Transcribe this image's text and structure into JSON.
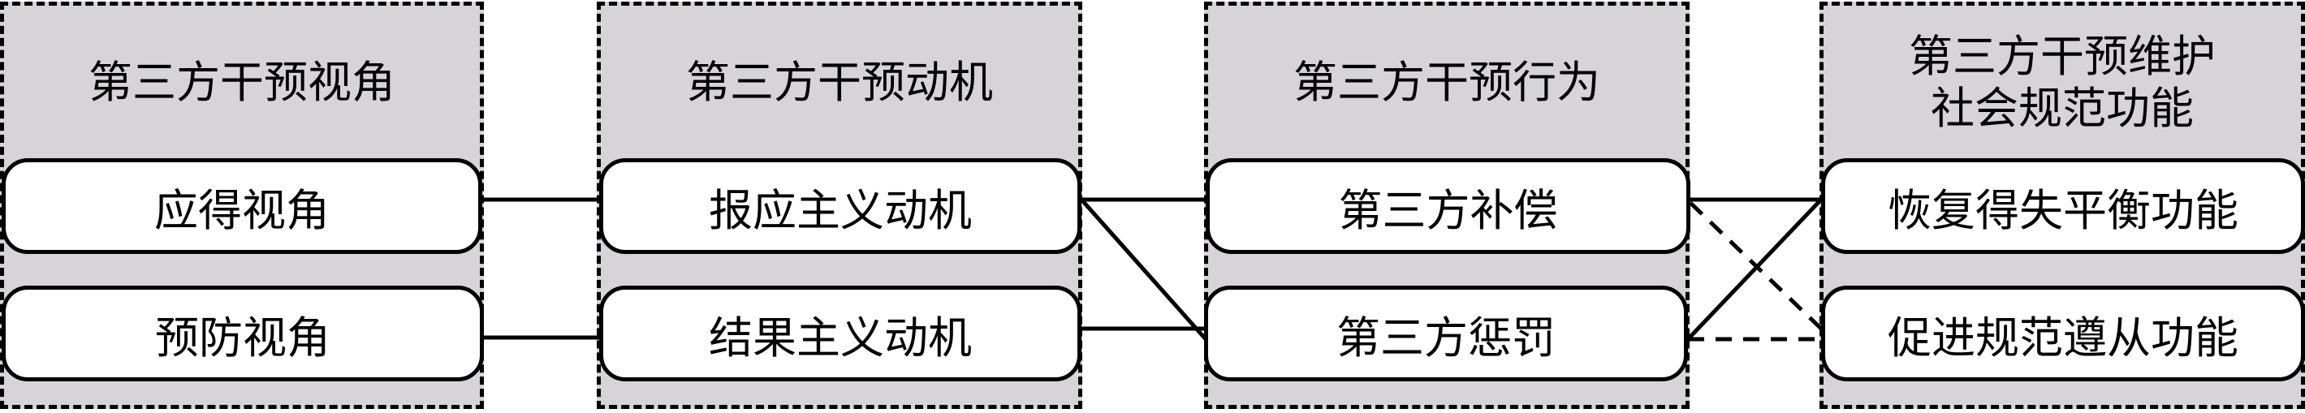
{
  "columns": [
    {
      "header": "第三方干预视角",
      "items": [
        "应得视角",
        "预防视角"
      ]
    },
    {
      "header": "第三方干预动机",
      "items": [
        "报应主义动机",
        "结果主义动机"
      ]
    },
    {
      "header": "第三方干预行为",
      "items": [
        "第三方补偿",
        "第三方惩罚"
      ]
    },
    {
      "header": "第三方干预维护\n社会规范功能",
      "items": [
        "恢复得失平衡功能",
        "促进规范遵从功能"
      ]
    }
  ],
  "colors": {
    "column_fill": "#d6d4d7",
    "stroke": "#000000",
    "box_fill": "#ffffff"
  }
}
